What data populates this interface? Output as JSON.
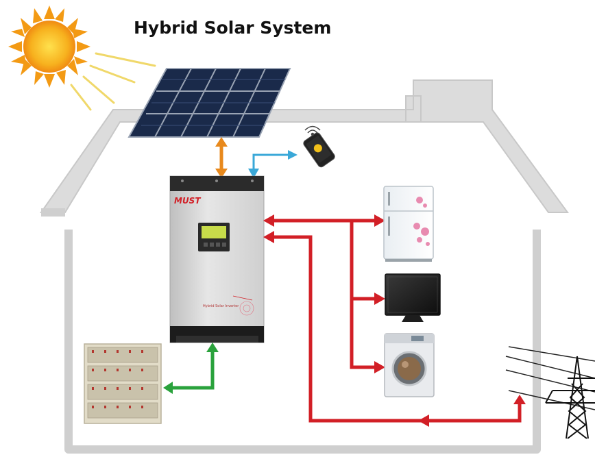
{
  "title": "Hybrid Solar System",
  "inverter": {
    "brand": "MUST",
    "model_text": "Hybrid Solar Inverter"
  },
  "colors": {
    "house_outline": "#cfcfcf",
    "pv_link": "#e8891c",
    "wifi_link": "#3aa8d8",
    "battery_link": "#2aa23c",
    "ac_link": "#d21f26",
    "inverter_body": "#d9d9d9",
    "sun": "#f5a31a"
  },
  "icons": [
    "sun-icon",
    "solar-panel-icon",
    "smartphone-icon",
    "wifi-icon",
    "inverter-icon",
    "battery-bank-icon",
    "refrigerator-icon",
    "television-icon",
    "washing-machine-icon",
    "transmission-tower-icon"
  ]
}
